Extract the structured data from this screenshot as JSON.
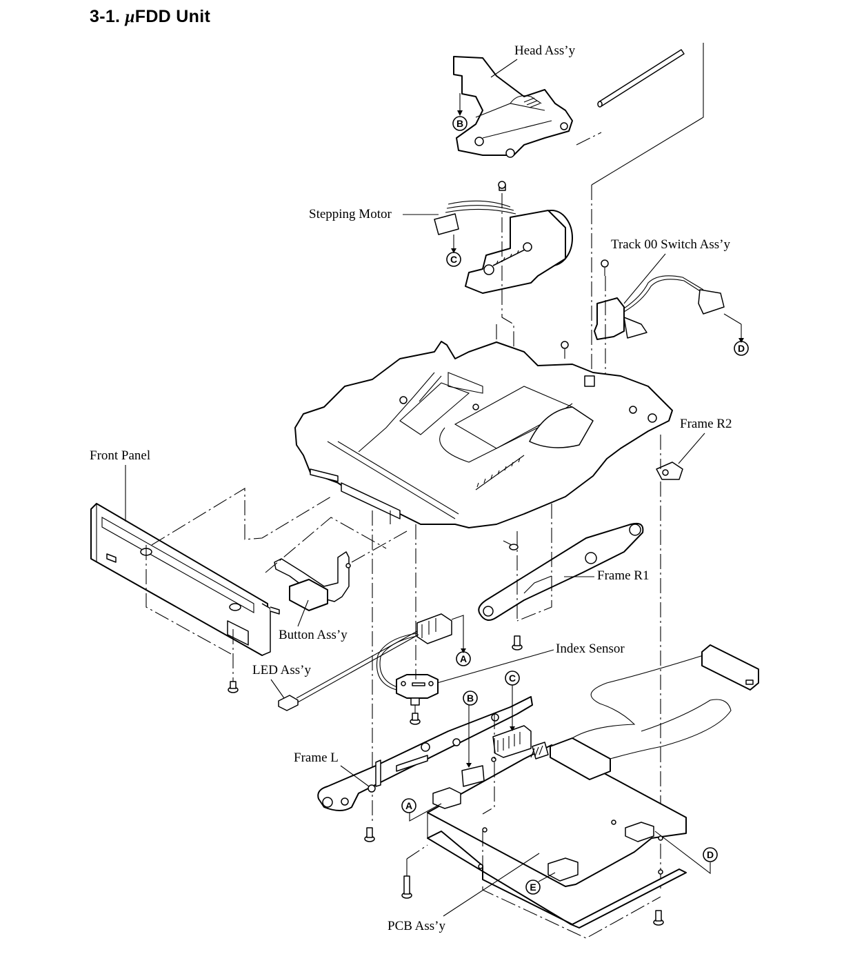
{
  "title": {
    "section": "3-1.",
    "mu": "μ",
    "name": "FDD Unit"
  },
  "labels": {
    "head_assy": "Head Ass’y",
    "stepping_motor": "Stepping Motor",
    "track00_switch": "Track 00 Switch Ass’y",
    "frame_r2": "Frame R2",
    "front_panel": "Front Panel",
    "frame_r1": "Frame R1",
    "button_assy": "Button Ass’y",
    "index_sensor": "Index Sensor",
    "led_assy": "LED Ass’y",
    "frame_l": "Frame L",
    "pcb_assy": "PCB Ass’y"
  },
  "callouts": {
    "a": "A",
    "b": "B",
    "c": "C",
    "d": "D",
    "e": "E"
  }
}
